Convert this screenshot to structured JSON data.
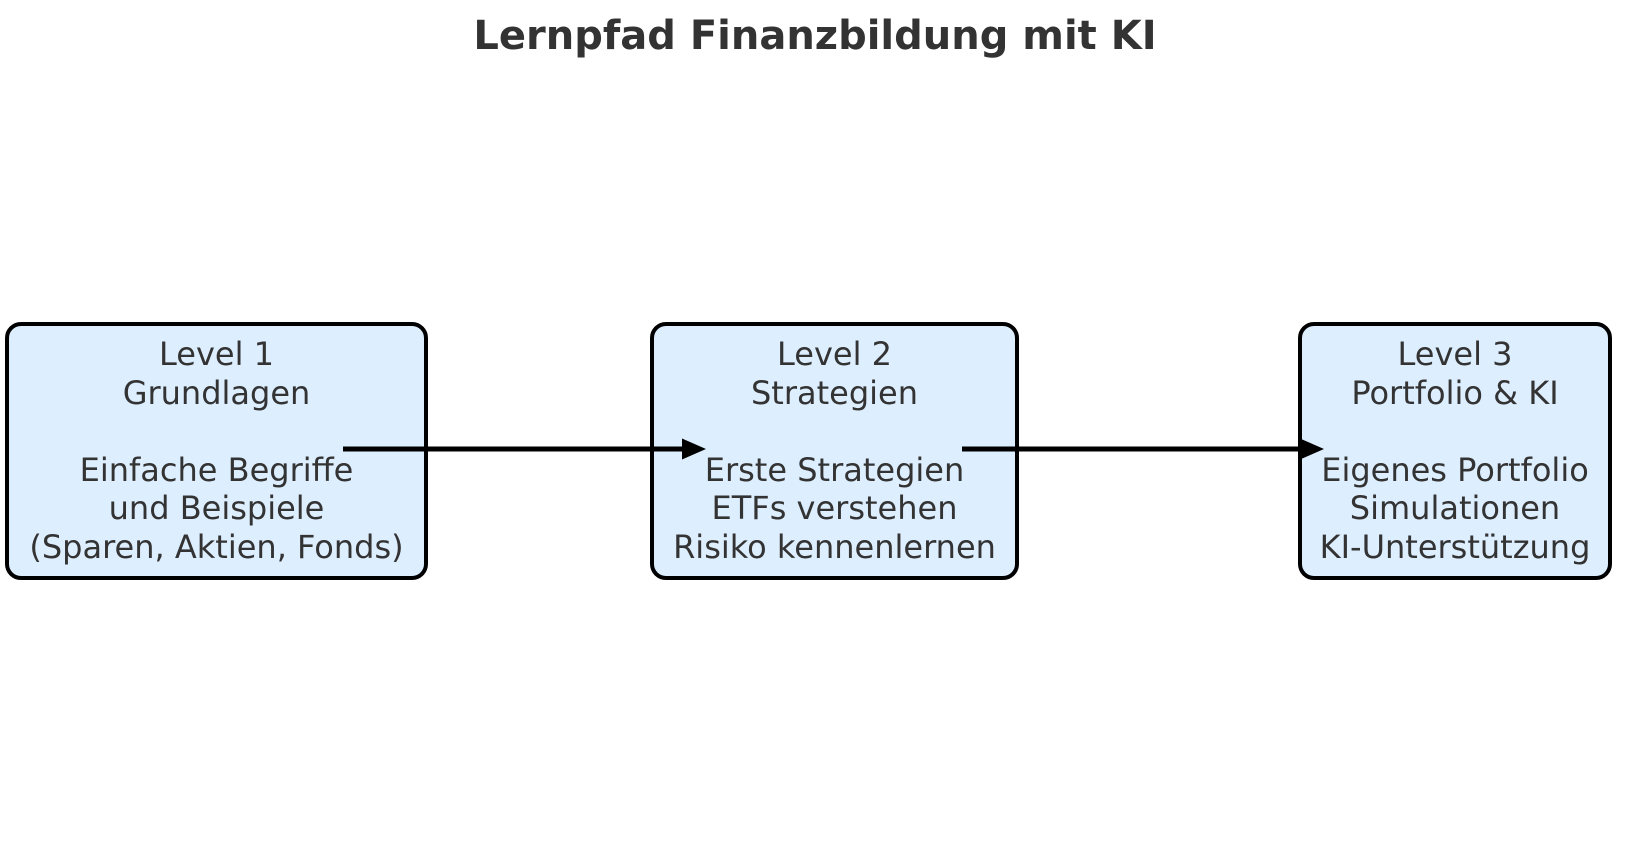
{
  "title": "Lernpfad Finanzbildung mit KI",
  "boxes": [
    {
      "id": "level-1",
      "lines": [
        "Level 1",
        "Grundlagen",
        "",
        "Einfache Begriffe",
        "und Beispiele",
        "(Sparen, Aktien, Fonds)"
      ]
    },
    {
      "id": "level-2",
      "lines": [
        "Level 2",
        "Strategien",
        "",
        "Erste Strategien",
        "ETFs verstehen",
        "Risiko kennenlernen"
      ]
    },
    {
      "id": "level-3",
      "lines": [
        "Level 3",
        "Portfolio & KI",
        "",
        "Eigenes Portfolio",
        "Simulationen",
        "KI-Unterstützung"
      ]
    }
  ],
  "arrows": [
    {
      "from": "Level 1",
      "to": "Level 2"
    },
    {
      "from": "Level 2",
      "to": "Level 3"
    }
  ],
  "colors": {
    "background": "#ffffff",
    "box_fill": "#ddeeff",
    "box_border": "#000000",
    "arrow": "#000000",
    "text": "#333333"
  }
}
